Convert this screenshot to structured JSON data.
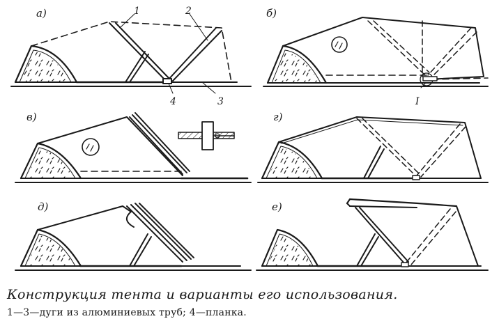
{
  "panels": {
    "a": {
      "label": "а)"
    },
    "b": {
      "label": "б)"
    },
    "v": {
      "label": "в)"
    },
    "g": {
      "label": "г)"
    },
    "d": {
      "label": "д)"
    },
    "e": {
      "label": "е)"
    }
  },
  "callouts": {
    "n1": "1",
    "n2": "2",
    "n3": "3",
    "n4": "4",
    "detail": "I"
  },
  "caption": {
    "title": "Конструкция тента и варианты его использования.",
    "legend": "1—3—дуги из алюминиевых труб; 4—планка."
  }
}
